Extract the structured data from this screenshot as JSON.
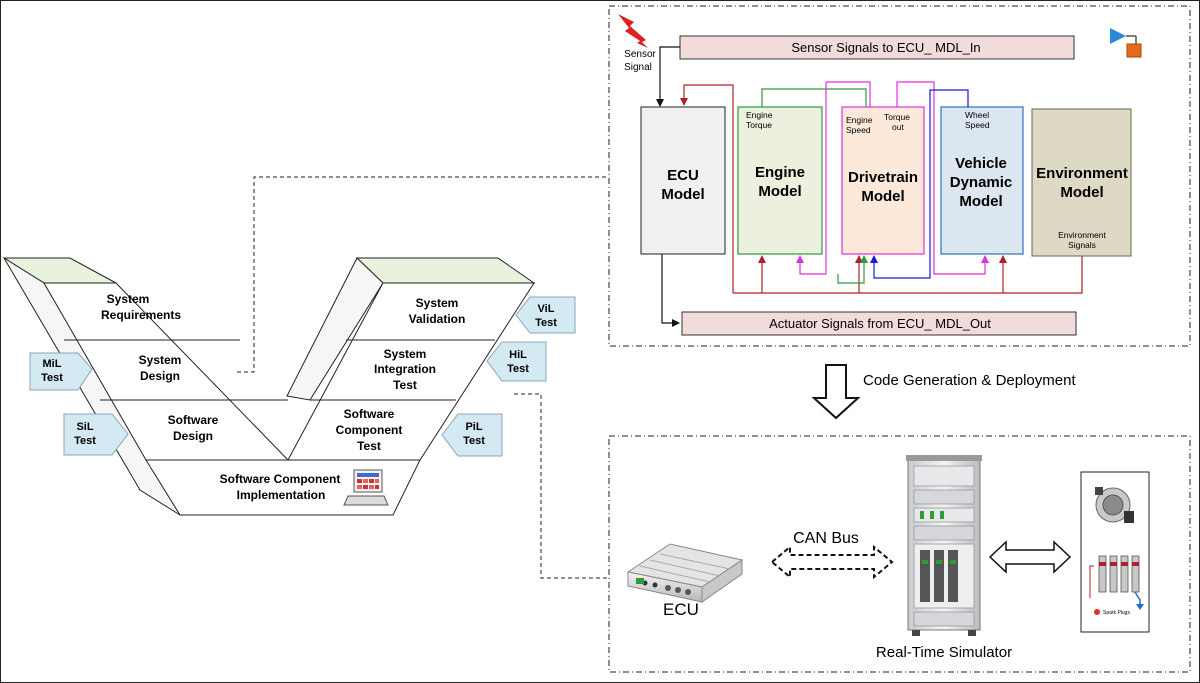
{
  "v_model": {
    "left_stages": [
      {
        "line1": "System",
        "line2": "Requirements"
      },
      {
        "line1": "System",
        "line2": "Design"
      },
      {
        "line1": "Software",
        "line2": "Design"
      }
    ],
    "bottom_stage": {
      "line1": "Software Component",
      "line2": "Implementation"
    },
    "right_stages": [
      {
        "line1": "System",
        "line2": "Validation"
      },
      {
        "line1": "System",
        "line2": "Integration",
        "line3": "Test"
      },
      {
        "line1": "Software",
        "line2": "Component",
        "line3": "Test"
      }
    ],
    "test_tags": {
      "mil": {
        "line1": "MiL",
        "line2": "Test"
      },
      "sil": {
        "line1": "SiL",
        "line2": "Test"
      },
      "vil": {
        "line1": "ViL",
        "line2": "Test"
      },
      "hil": {
        "line1": "HiL",
        "line2": "Test"
      },
      "pil": {
        "line1": "PiL",
        "line2": "Test"
      }
    },
    "colors": {
      "face": "#ffffff",
      "top": "#e8f2dc",
      "tag": "#d4eaf2",
      "tag_border": "#8aa7b4"
    }
  },
  "simulink": {
    "sensor_signal": {
      "line1": "Sensor",
      "line2": "Signal"
    },
    "sensor_bus": "Sensor Signals to ECU_ MDL_In",
    "actuator_bus": "Actuator Signals from ECU_ MDL_Out",
    "blocks": {
      "ecu": {
        "line1": "ECU",
        "line2": "Model"
      },
      "engine": {
        "line1": "Engine",
        "line2": "Model",
        "port1": "Engine",
        "port2": "Torque"
      },
      "drivetrain": {
        "line1": "Drivetrain",
        "line2": "Model",
        "port1a": "Engine",
        "port1b": "Speed",
        "port2a": "Torque",
        "port2b": "out"
      },
      "vehicle": {
        "line1": "Vehicle",
        "line2": "Dynamic",
        "line3": "Model",
        "port1": "Wheel",
        "port2": "Speed"
      },
      "environment": {
        "line1": "Environment",
        "line2": "Model",
        "port1": "Environment",
        "port2": "Signals"
      }
    },
    "colors": {
      "bus_fill": "#f2dcdb",
      "ecu_fill": "#f0f0f0",
      "engine_fill": "#ebf1de",
      "drivetrain_fill": "#fde9d9",
      "vehicle_fill": "#dce6f1",
      "environment_fill": "#ddd9c4",
      "red": "#b0202a",
      "green": "#2e9a3a",
      "magenta": "#e030e0",
      "blue": "#1a1ad0"
    }
  },
  "deployment": {
    "arrow_label": "Code Generation & Deployment",
    "ecu_label": "ECU",
    "can_bus_label": "CAN Bus",
    "simulator_label": "Real-Time Simulator",
    "spark_plugs_label": "Spark Plugs"
  }
}
